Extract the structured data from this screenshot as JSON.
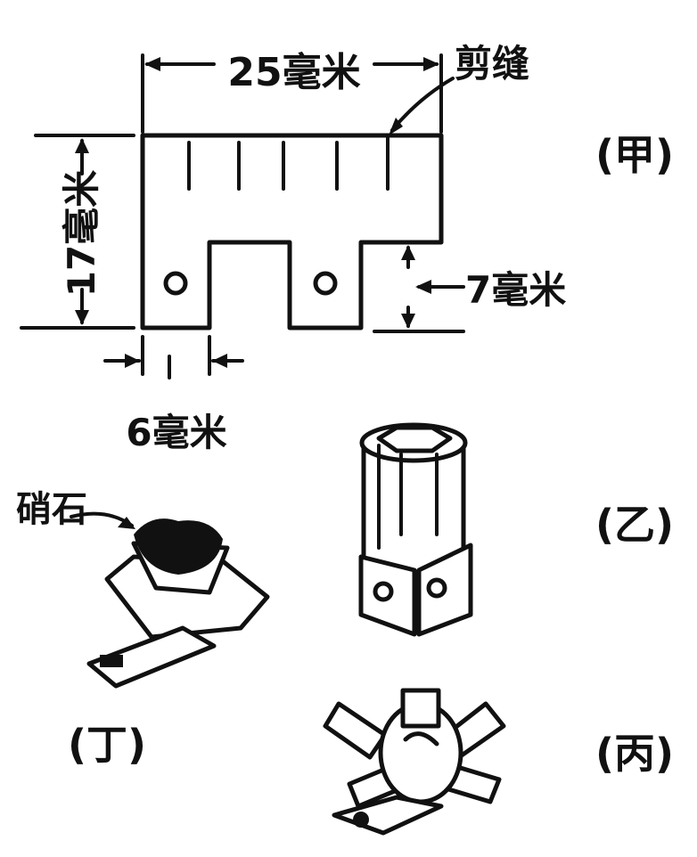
{
  "figure_a": {
    "label": "(甲)",
    "width_dim": "25毫米",
    "height_dim": "17毫米",
    "tab_height_dim": "7毫米",
    "tab_width_dim": "6毫米",
    "slit_label": "剪缝"
  },
  "figure_b": {
    "label": "(乙)"
  },
  "figure_c": {
    "label": "(丙)"
  },
  "figure_d": {
    "label": "(丁)",
    "crystal_label": "硝石"
  }
}
